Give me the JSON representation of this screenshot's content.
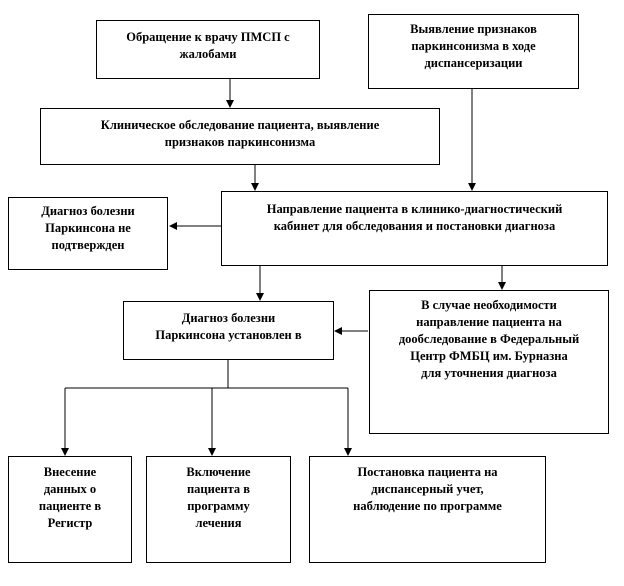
{
  "nodes": {
    "gp_visit": {
      "lines": [
        "Обращение к врачу ПМСП с",
        "жалобами"
      ]
    },
    "screening": {
      "lines": [
        "Выявление признаков",
        "паркинсонизма в ходе",
        "диспансеризации"
      ]
    },
    "clinical_exam": {
      "lines": [
        "Клиническое обследование пациента, выявление",
        "признаков паркинсонизма"
      ]
    },
    "referral": {
      "lines": [
        "Направление пациента в клинико-диагностический",
        "кабинет для обследования и постановки диагноза"
      ]
    },
    "not_confirmed": {
      "lines": [
        "Диагноз болезни",
        "Паркинсона не",
        "подтвержден"
      ]
    },
    "established": {
      "lines": [
        "Диагноз болезни",
        "Паркинсона установлен в"
      ]
    },
    "federal_center": {
      "lines": [
        "В случае необходимости",
        "направление пациента на",
        "дообследование в Федеральный",
        "Центр ФМБЦ им. Бурназна",
        "для уточнения диагноза"
      ]
    },
    "registry": {
      "lines": [
        "Внесение",
        "данных о",
        "пациенте в",
        "Регистр"
      ]
    },
    "treatment": {
      "lines": [
        "Включение",
        "пациента в",
        "программу",
        "лечения"
      ]
    },
    "dispensary": {
      "lines": [
        "Постановка пациента на",
        "диспансерный учет,",
        "наблюдение по программе"
      ]
    }
  }
}
